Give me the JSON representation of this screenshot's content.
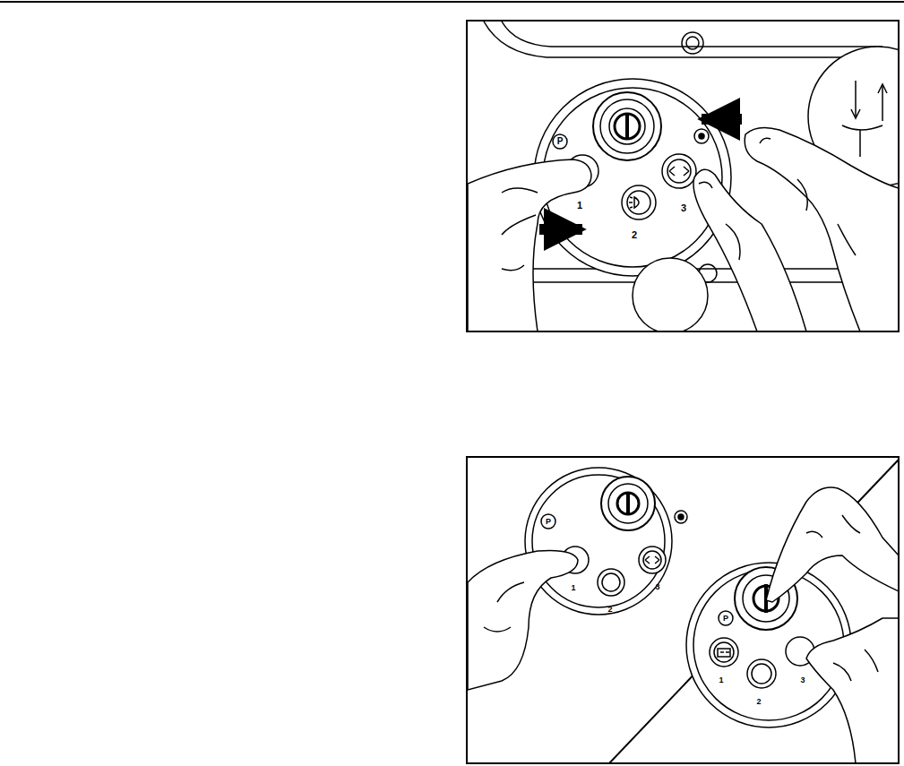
{
  "diagram": {
    "labels": [
      "P",
      "1",
      "2",
      "3",
      "P",
      "1",
      "2",
      "3",
      "P",
      "1",
      "2",
      "3"
    ]
  }
}
